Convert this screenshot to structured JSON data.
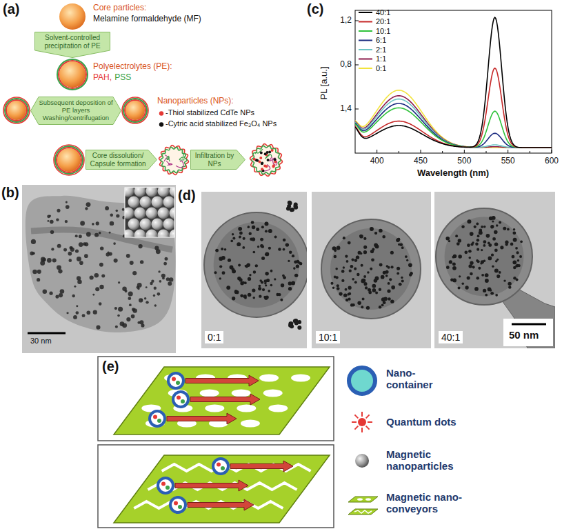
{
  "diagram": {
    "nodes": [
      {
        "text": [
          "Solvent-controlled precipitation of PE"
        ]
      },
      {
        "text": [
          "Subsequent deposition of PE layers Washing/centrifugation"
        ]
      },
      {
        "text": [
          "Core dissolution/ Capsule formation"
        ]
      },
      {
        "text": [
          "Infiltration by NPs"
        ]
      }
    ],
    "labels": [
      "(a)",
      "Core particles:",
      "Melamine formaldehyde (MF)",
      "Polyelectrolytes (PE):",
      "PAH,",
      "PSS",
      "Nanoparticles (NPs):",
      "-Thiol stabilized CdTe NPs",
      "-Cytric acid stabilized Fe₃O₄ NPs",
      "(b)",
      "30 nm",
      "(c)",
      "1,2",
      "0,8",
      "1,4",
      "400",
      "450",
      "500",
      "550",
      "600",
      "PL [a.u.]",
      "Wavelength (nm)",
      "(d)",
      "0:1",
      "10:1",
      "40:1",
      "50 nm",
      "(e)"
    ],
    "legend": [
      {
        "text": "40:1"
      },
      {
        "text": "20:1"
      },
      {
        "text": "10:1"
      },
      {
        "text": "6:1"
      },
      {
        "text": "2:1"
      },
      {
        "text": "1:1"
      },
      {
        "text": "0:1"
      },
      {
        "text": "Nano- container"
      },
      {
        "text": "Quantum dots"
      },
      {
        "text": "Magnetic nanoparticles"
      },
      {
        "text": "Magnetic nano-conveyors"
      }
    ]
  }
}
